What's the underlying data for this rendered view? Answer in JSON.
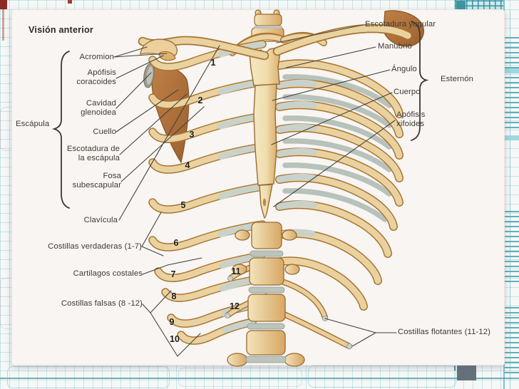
{
  "figure": {
    "title": "Visión anterior",
    "scapula_group": {
      "label": "Escápula",
      "items": [
        "Acromion",
        "Apófisis coracoides",
        "Cavidad glenoidea",
        "Cuello",
        "Escotadura de la escápula",
        "Fosa subescapular"
      ]
    },
    "sternum_group": {
      "label": "Esternón",
      "items": [
        "Escotadura yugular",
        "Manubrio",
        "Ángulo",
        "Cuerpo",
        "Apófisis xifoides"
      ]
    },
    "other_labels": {
      "clavicle": "Clavícula",
      "true_ribs": "Costillas verdaderas (1-7)",
      "costal_cartilages": "Cartilagos costales",
      "false_ribs": "Costillas falsas (8 -12)",
      "floating_ribs": "Costillas flotantes (11-12)"
    },
    "rib_numbers": [
      "1",
      "2",
      "3",
      "4",
      "5",
      "6",
      "7",
      "8",
      "9",
      "10",
      "11",
      "12"
    ]
  },
  "colors": {
    "grid_teal": "#6fb9c4",
    "panel_background": "#f8f5f3",
    "bone": "#eccf9a",
    "bone_shade": "#c9934e",
    "cartilage": "#c9d2ca",
    "scapula": "#b5773f",
    "label_text": "#3e3b35"
  }
}
